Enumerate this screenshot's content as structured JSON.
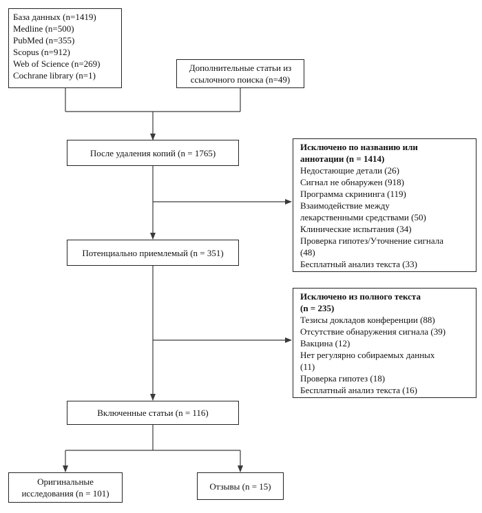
{
  "databases": {
    "lines": [
      "База данных (n=1419)",
      "Medline (n=500)",
      "PubMed (n=355)",
      "Scopus (n=912)",
      "Web of Science (n=269)",
      "Cochrane library (n=1)"
    ]
  },
  "additional": {
    "lines": [
      "Дополнительные статьи из",
      "ссылочного поиска (n=49)"
    ]
  },
  "dedup": {
    "label": "После удаления копий (n = 1765)"
  },
  "excluded_title": {
    "heading": [
      "Исключено по названию или",
      "аннотации (n = 1414)"
    ],
    "lines": [
      "Недостающие детали (26)",
      "Сигнал не обнаружен (918)",
      "Программа скрининга (119)",
      "Взаимодействие между",
      "лекарственными средствами (50)",
      "Клинические испытания (34)",
      "Проверка гипотез/Уточнение сигнала",
      "(48)",
      "Бесплатный анализ текста (33)"
    ]
  },
  "potential": {
    "label": "Потенциально приемлемый (n = 351)"
  },
  "excluded_full": {
    "heading": [
      "Исключено из полного текста",
      "(n = 235)"
    ],
    "lines": [
      "Тезисы докладов конференции (88)",
      "Отсутствие обнаружения сигнала (39)",
      "Вакцина (12)",
      "Нет регулярно собираемых данных",
      "(11)",
      "Проверка гипотез (18)",
      "Бесплатный анализ текста (16)"
    ]
  },
  "included": {
    "label": "Включенные статьи (n = 116)"
  },
  "original": {
    "lines": [
      "Оригинальные",
      "исследования (n = 101)"
    ]
  },
  "reviews": {
    "label": "Отзывы (n = 15)"
  },
  "colors": {
    "stroke": "#3a3a3a",
    "box_border": "#222222"
  }
}
